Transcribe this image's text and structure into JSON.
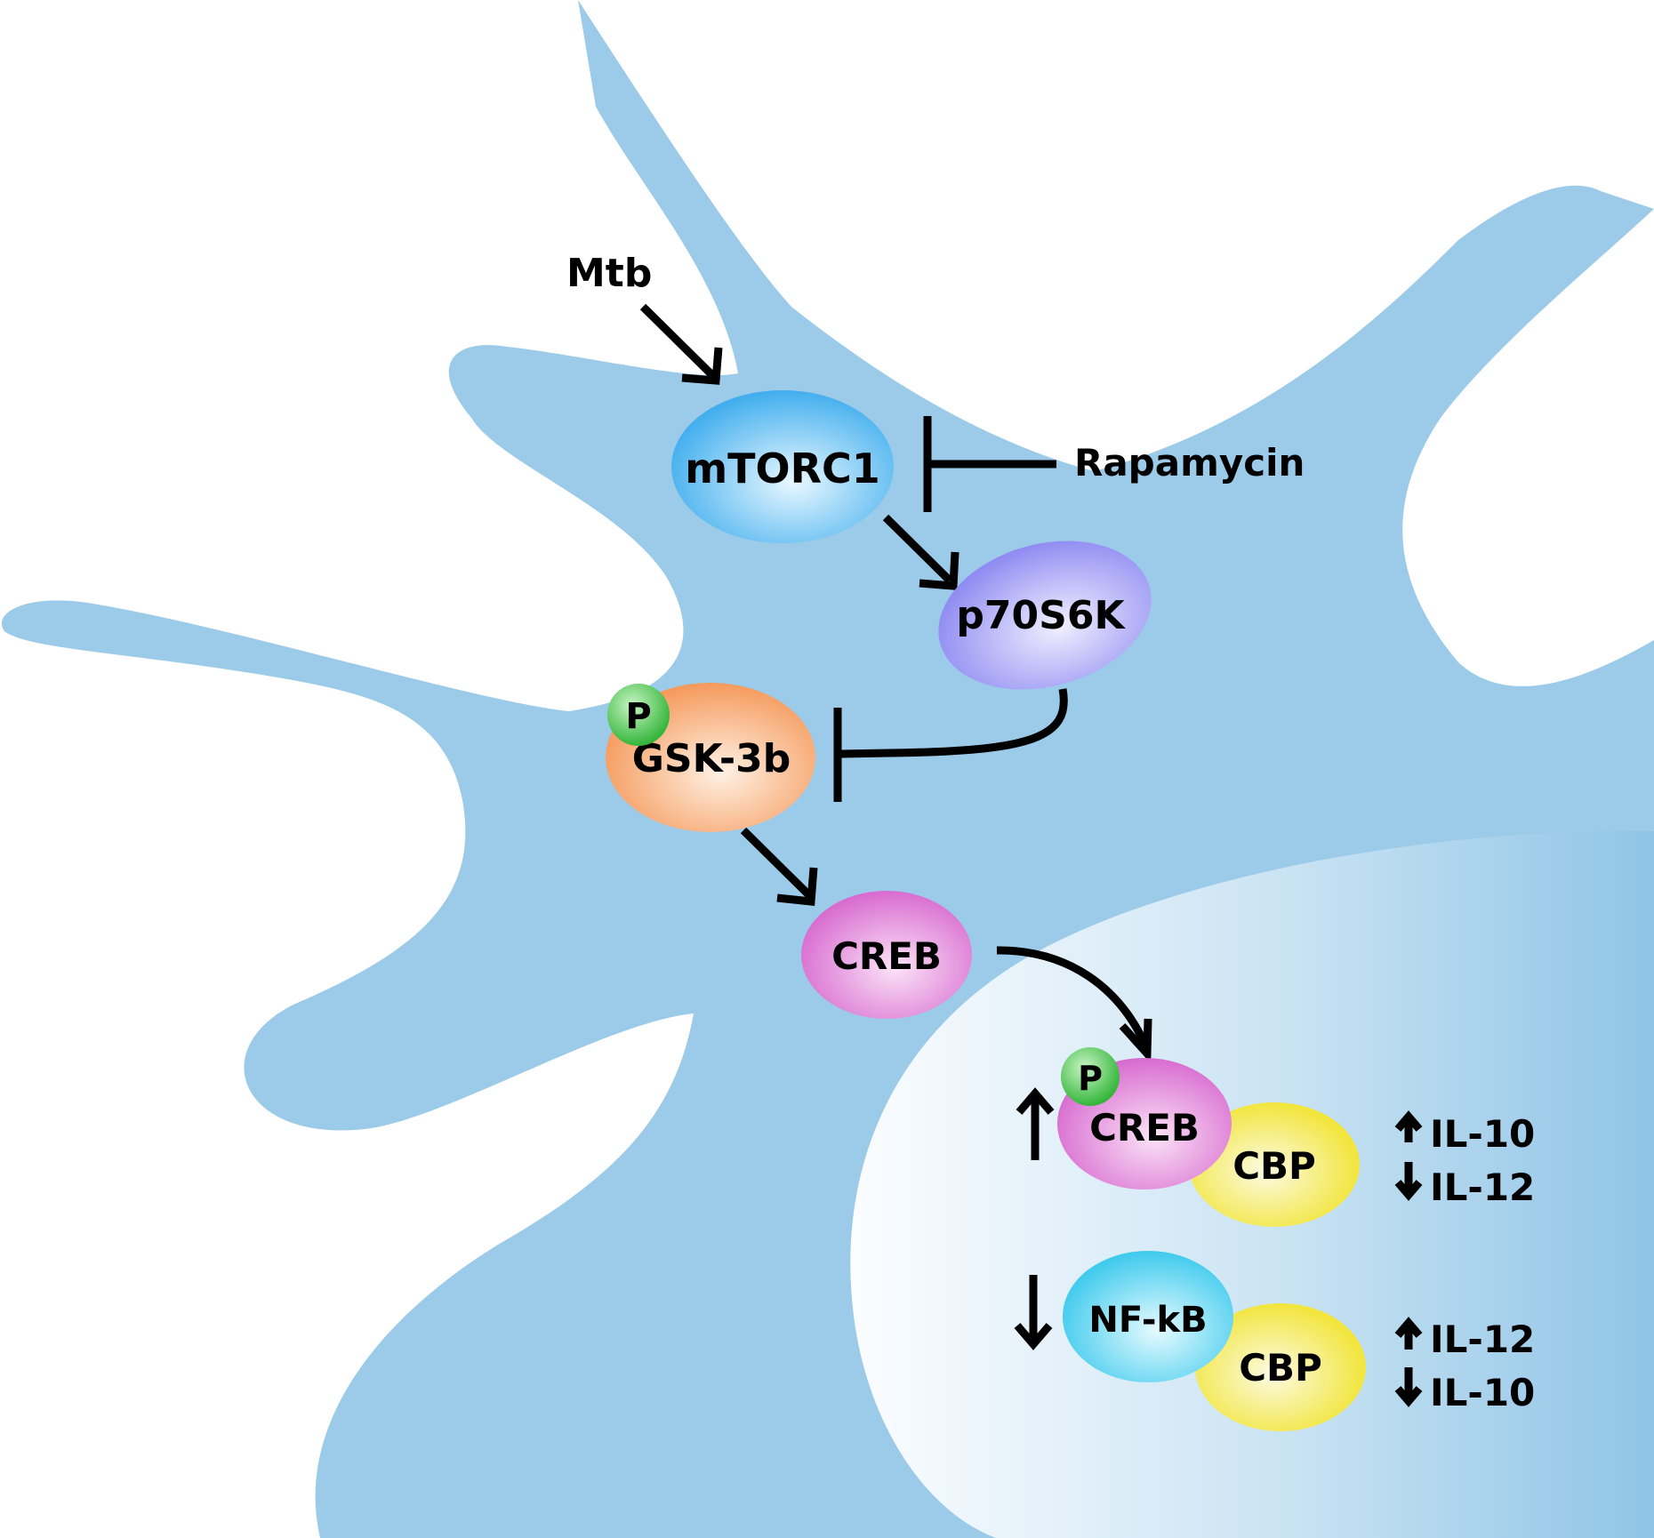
{
  "colors": {
    "cytoplasm": "#9ccbe9",
    "nucleus_light": "#f4f9fd",
    "nucleus_edge": "#8fc4e6",
    "mtorc1": "#4ab3ef",
    "p70s6k": "#9a96f3",
    "gsk3b": "#f7a66b",
    "creb": "#dd74d6",
    "cbp": "#f3e63a",
    "nfkb": "#4dd0ef",
    "phospho": "#45c94a"
  },
  "stimulus": {
    "label": "Mtb"
  },
  "inhibitor": {
    "label": "Rapamycin"
  },
  "nodes": {
    "mtorc1": "mTORC1",
    "p70s6k": "p70S6K",
    "gsk3b": "GSK-3b",
    "creb_cytoplasm": "CREB",
    "creb_nucleus": "CREB",
    "cbp_top": "CBP",
    "nfkb": "NF-kB",
    "cbp_bottom": "CBP"
  },
  "phospho_tags": {
    "gsk3b": "P",
    "creb": "P"
  },
  "nucleus_effects": {
    "creb_complex": {
      "direction": "up",
      "outputs": [
        "IL-10",
        "IL-12"
      ],
      "output_directions": [
        "up",
        "down"
      ]
    },
    "nfkb_complex": {
      "direction": "down",
      "outputs": [
        "IL-12",
        "IL-10"
      ],
      "output_directions": [
        "up",
        "down"
      ]
    }
  },
  "edges": [
    {
      "from": "Mtb",
      "to": "mTORC1",
      "type": "activation"
    },
    {
      "from": "Rapamycin",
      "to": "mTORC1",
      "type": "inhibition"
    },
    {
      "from": "mTORC1",
      "to": "p70S6K",
      "type": "activation"
    },
    {
      "from": "p70S6K",
      "to": "GSK-3b",
      "type": "inhibition"
    },
    {
      "from": "GSK-3b",
      "to": "CREB",
      "type": "activation"
    },
    {
      "from": "CREB",
      "to": "CREB (nucleus)",
      "type": "translocation"
    }
  ]
}
